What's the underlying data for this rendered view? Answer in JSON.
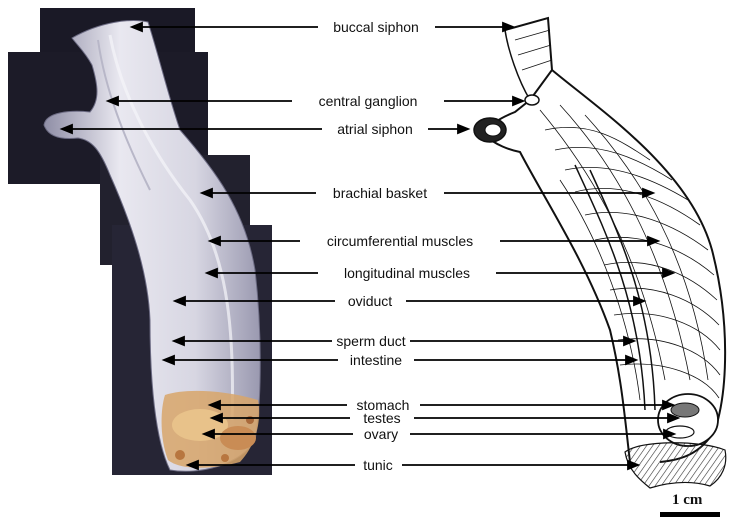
{
  "labels": [
    {
      "text": "buccal siphon"
    },
    {
      "text": "central ganglion"
    },
    {
      "text": "atrial siphon"
    },
    {
      "text": "brachial basket"
    },
    {
      "text": "circumferential muscles"
    },
    {
      "text": "longitudinal muscles"
    },
    {
      "text": "oviduct"
    },
    {
      "text": "sperm duct"
    },
    {
      "text": "intestine"
    },
    {
      "text": "stomach"
    },
    {
      "text": "testes"
    },
    {
      "text": "ovary"
    },
    {
      "text": "tunic"
    }
  ],
  "scale_bar": {
    "label": "1 cm"
  }
}
